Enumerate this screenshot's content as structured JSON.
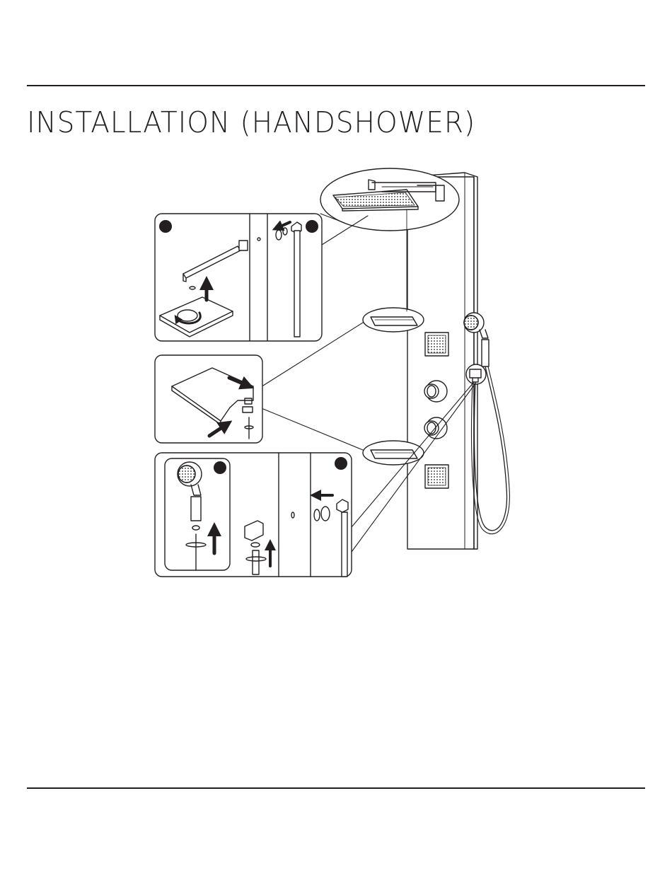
{
  "page": {
    "title": "INSTALLATION (HANDSHOWER)"
  },
  "diagram": {
    "components": [
      "rain-shower-head",
      "shelf",
      "shelf",
      "handshower",
      "hose",
      "holder-bracket",
      "valve-knob",
      "valve-knob",
      "body-jet",
      "body-jet"
    ],
    "panels": [
      "shower-arm-install",
      "shelf-install",
      "handshower-install"
    ]
  }
}
